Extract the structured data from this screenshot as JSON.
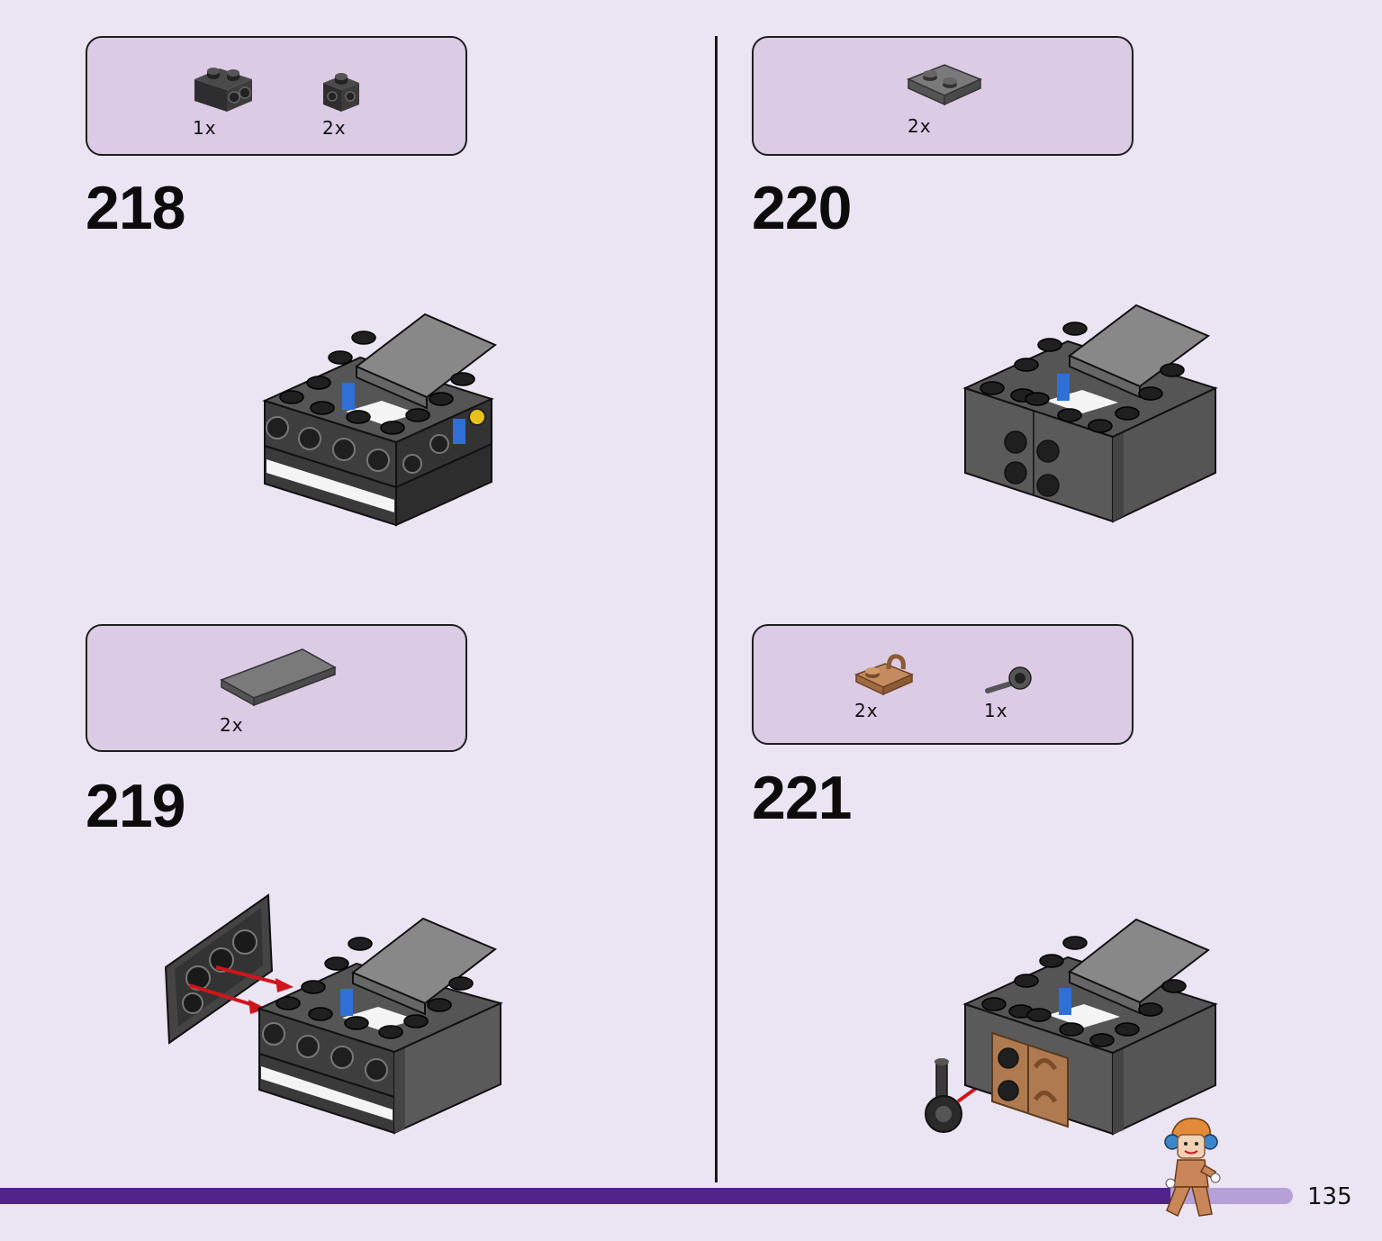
{
  "page": {
    "number": "135",
    "progress_fraction": 0.905
  },
  "steps": [
    {
      "number": "218",
      "parts": [
        {
          "icon": "brick-1x2-studs-on-side-icon",
          "color": "#3c3c3c",
          "qty": "1x"
        },
        {
          "icon": "brick-1x1-studs-on-side-icon",
          "color": "#3c3c3c",
          "qty": "2x"
        }
      ]
    },
    {
      "number": "219",
      "parts": [
        {
          "icon": "tile-2x4-icon",
          "color": "#6e6e6e",
          "qty": "2x"
        }
      ]
    },
    {
      "number": "220",
      "parts": [
        {
          "icon": "plate-2x2-icon",
          "color": "#6e6e6e",
          "qty": "2x"
        }
      ]
    },
    {
      "number": "221",
      "parts": [
        {
          "icon": "plate-clip-icon",
          "color": "#b07a50",
          "qty": "2x"
        },
        {
          "icon": "bar-ball-joint-icon",
          "color": "#4a4a4a",
          "qty": "1x"
        }
      ]
    }
  ],
  "colors": {
    "background": "#ebe4f2",
    "parts_box": "#dbcbe5",
    "progress_fill": "#51238a",
    "progress_track": "#b5a0d8",
    "dark_gray": "#5a5a5a",
    "black_brick": "#333333",
    "blue": "#2f6fd6",
    "tan": "#b07a50",
    "red_arrow": "#d0151b"
  }
}
